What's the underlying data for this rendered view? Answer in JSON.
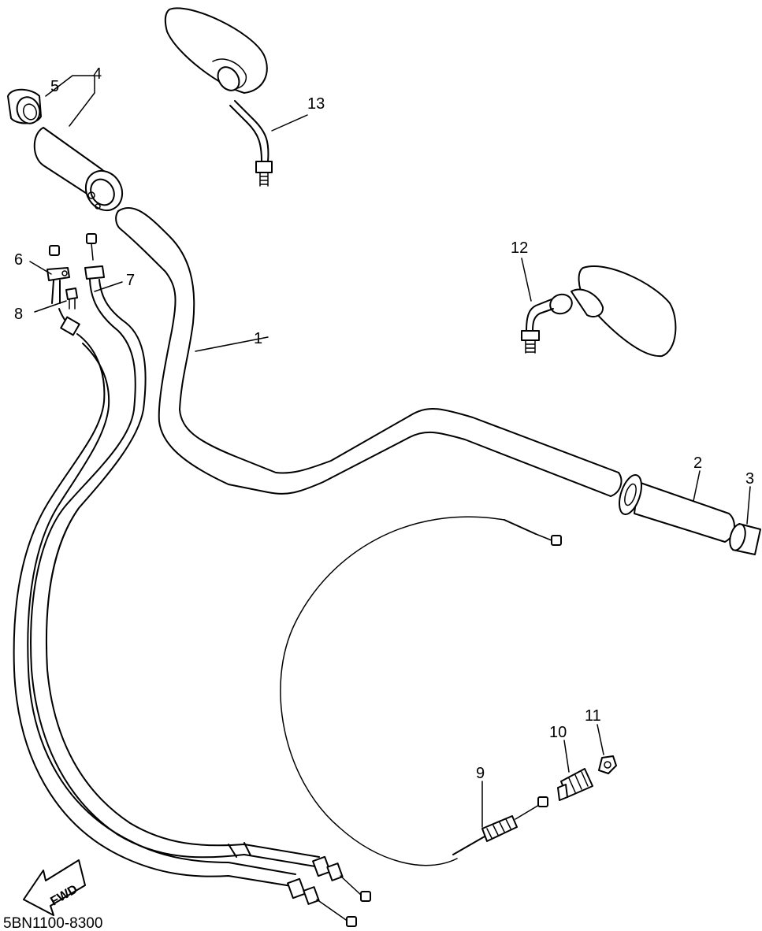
{
  "diagram": {
    "drawing_code": "5BN1100-8300",
    "direction_label": "FWD",
    "callouts": [
      "1",
      "2",
      "3",
      "4",
      "5",
      "6",
      "7",
      "8",
      "9",
      "10",
      "11",
      "12",
      "13"
    ]
  },
  "icons": {
    "direction": "fwd-arrow-icon"
  }
}
